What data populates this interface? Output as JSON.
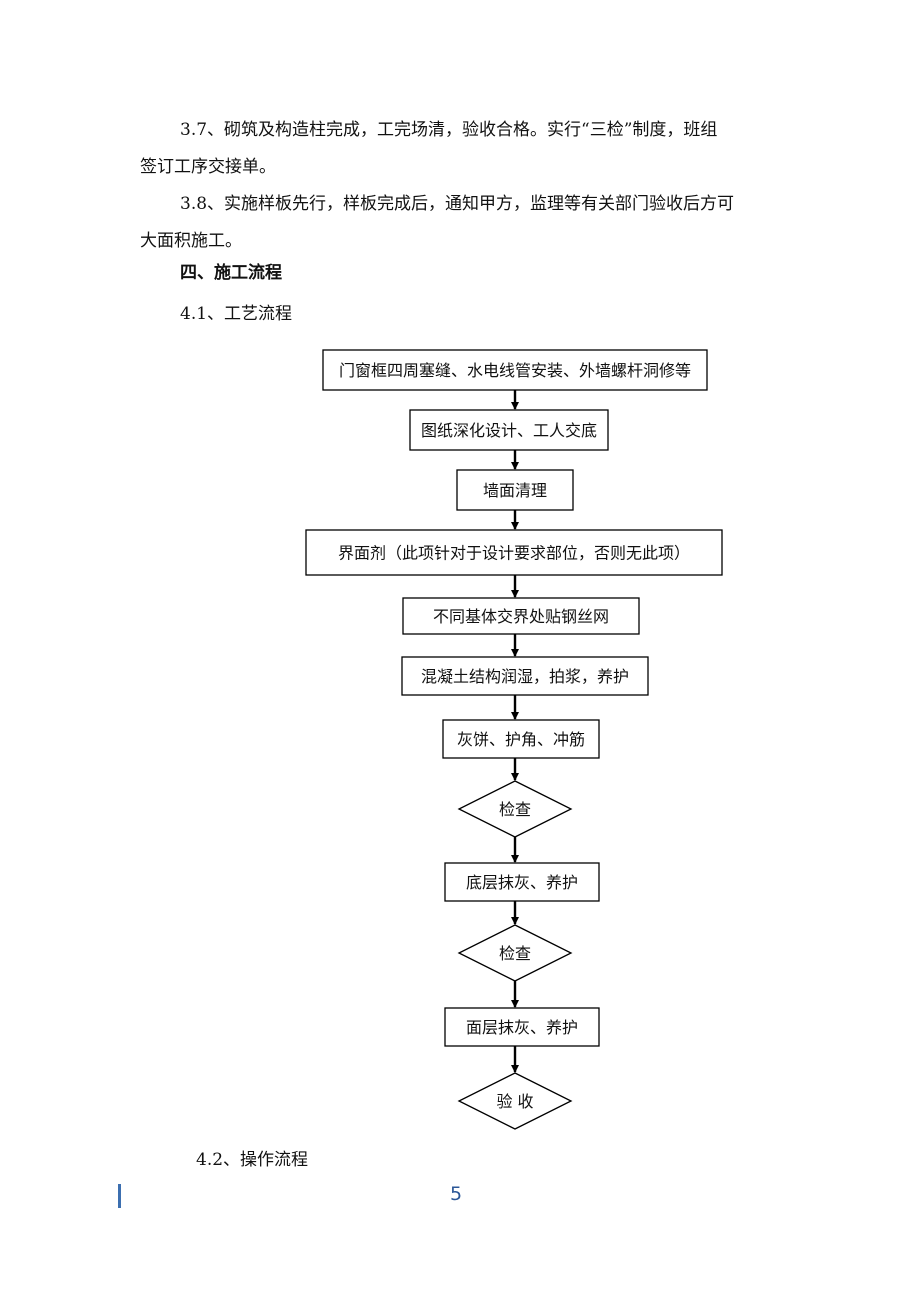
{
  "paragraphs": {
    "p37_line1": "3.7、砌筑及构造柱完成，工完场清，验收合格。实行“三检”制度，班组",
    "p37_line2": "签订工序交接单。",
    "p38_line1": "3.8、实施样板先行，样板完成后，通知甲方，监理等有关部门验收后方可",
    "p38_line2": "大面积施工。"
  },
  "section_heading": "四、施工流程",
  "subheading_41": "4.1、工艺流程",
  "subheading_42": "4.2、操作流程",
  "flowchart": {
    "steps": [
      {
        "kind": "box",
        "label": "门窗框四周塞缝、水电线管安装、外墙螺杆洞修等"
      },
      {
        "kind": "box",
        "label": "图纸深化设计、工人交底"
      },
      {
        "kind": "box",
        "label": "墙面清理"
      },
      {
        "kind": "box",
        "label": "界面剂（此项针对于设计要求部位，否则无此项）"
      },
      {
        "kind": "box",
        "label": "不同基体交界处贴钢丝网"
      },
      {
        "kind": "box",
        "label": "混凝土结构润湿，拍浆，养护"
      },
      {
        "kind": "box",
        "label": "灰饼、护角、冲筋"
      },
      {
        "kind": "diamond",
        "label": "检查"
      },
      {
        "kind": "box",
        "label": "底层抹灰、养护"
      },
      {
        "kind": "diamond",
        "label": "检查"
      },
      {
        "kind": "box",
        "label": "面层抹灰、养护"
      },
      {
        "kind": "diamond",
        "label": "验  收"
      }
    ]
  },
  "page_number": "5"
}
